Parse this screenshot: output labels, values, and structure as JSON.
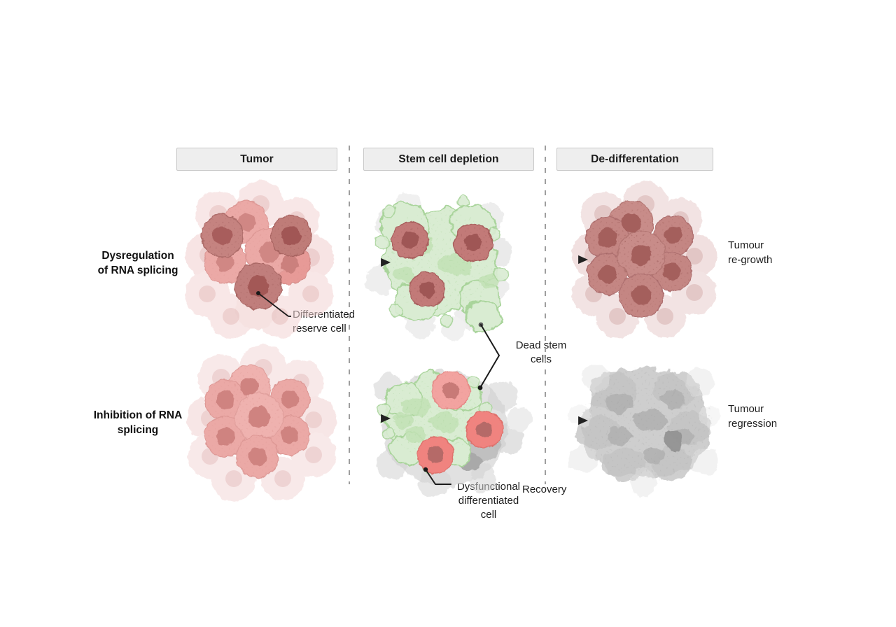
{
  "figure": {
    "title_present": false,
    "background": "#ffffff",
    "columns": [
      {
        "id": "tumor",
        "label": "Tumor"
      },
      {
        "id": "depletion",
        "label": "Stem cell depletion"
      },
      {
        "id": "dediff",
        "label": "De-differentation"
      }
    ],
    "rows": [
      {
        "id": "dysregulation",
        "label": "Dysregulation\nof RNA splicing",
        "outcome": "Tumour\nre-growth"
      },
      {
        "id": "inhibition",
        "label": "Inhibition of RNA\nsplicing",
        "outcome": "Tumour\nregression"
      }
    ],
    "annotations": [
      {
        "id": "reserve-cell",
        "text": "Differentiated\nreserve cell"
      },
      {
        "id": "dead-stem",
        "text": "Dead stem\ncells"
      },
      {
        "id": "dysfunctional",
        "text": "Dysfunctional\ndifferentiated\ncell"
      },
      {
        "id": "recovery",
        "text": "Recovery"
      }
    ],
    "colors": {
      "header_fill": "#eeeeee",
      "header_border": "#c8c8c8",
      "divider": "#9e9e9e",
      "arrow": "#222222",
      "leader": "#1a1a1a",
      "text": "#1d1d1d",
      "cell_pink_light": "#f0c9c9",
      "cell_pink": "#eba9a6",
      "cell_pink_mid": "#e79a97",
      "cell_pink_nucleus": "#d08784",
      "cell_dark_red": "#c97f7d",
      "cell_dark_red_nucleus": "#a85d5b",
      "cell_deep": "#b86d6b",
      "dead_green_fill": "#d9ecd2",
      "dead_green_stroke": "#a9d49b",
      "dead_green_dark": "#bfe0b2",
      "debris_grey": "#c9c9c9",
      "debris_grey_light": "#e2e2e2",
      "debris_grey_dark": "#9c9c9c",
      "dysfunctional_salmon": "#f08a85"
    },
    "clusters": [
      {
        "id": "tumor-dysregulation",
        "row": "dysregulation",
        "column": "tumor",
        "description": "pink tumour cells with three dark differentiated reserve cells"
      },
      {
        "id": "depletion-dysregulation",
        "row": "dysregulation",
        "column": "depletion",
        "description": "green dead stem cell debris with three surviving dark red cells"
      },
      {
        "id": "dediff-dysregulation",
        "row": "dysregulation",
        "column": "dediff",
        "description": "re-grown tumour of uniformly dark red cells"
      },
      {
        "id": "tumor-inhibition",
        "row": "inhibition",
        "column": "tumor",
        "description": "pink tumour cells, no dark reserve cells"
      },
      {
        "id": "depletion-inhibition",
        "row": "inhibition",
        "column": "depletion",
        "description": "green dead stem cell debris plus grey debris and salmon dysfunctional differentiated cells"
      },
      {
        "id": "dediff-inhibition",
        "row": "inhibition",
        "column": "dediff",
        "description": "grey debris only, tumour regressed"
      }
    ],
    "arrows": [
      {
        "id": "arrow-top-left",
        "from": "tumor-dysregulation",
        "to": "depletion-dysregulation"
      },
      {
        "id": "arrow-top-right",
        "from": "depletion-dysregulation",
        "to": "dediff-dysregulation"
      },
      {
        "id": "arrow-bottom-left",
        "from": "tumor-inhibition",
        "to": "depletion-inhibition"
      },
      {
        "id": "arrow-bottom-right",
        "from": "depletion-inhibition",
        "to": "dediff-inhibition"
      }
    ],
    "dividers": [
      {
        "id": "divider-1"
      },
      {
        "id": "divider-2"
      }
    ]
  }
}
